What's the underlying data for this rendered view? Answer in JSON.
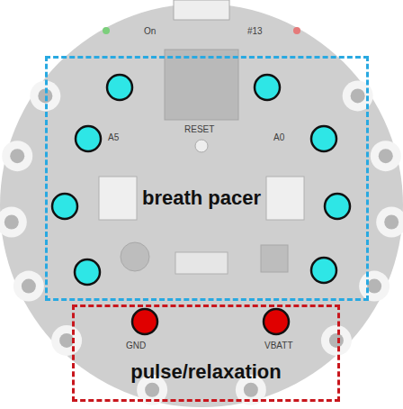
{
  "diagram": {
    "nodes": [
      {
        "text": [
          "breath pacer"
        ]
      },
      {
        "text": [
          "pulse/relaxation"
        ]
      }
    ],
    "labels": [
      "On",
      "#13",
      "A5",
      "A0",
      "RESET",
      "GND",
      "VBATT"
    ]
  }
}
